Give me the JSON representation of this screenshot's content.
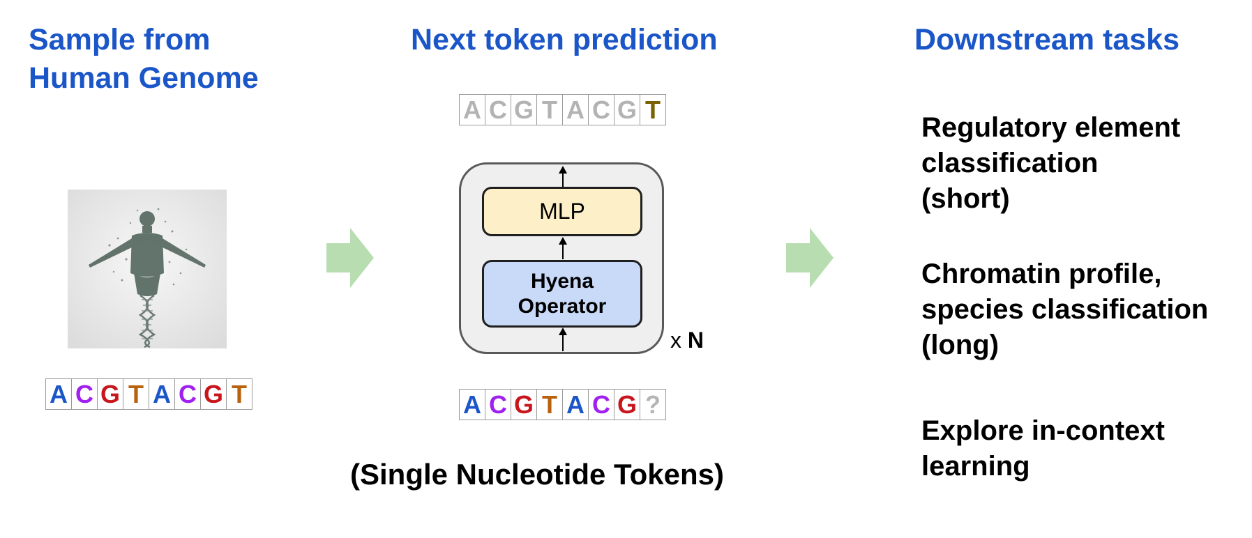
{
  "columns": {
    "left": {
      "title_line1": "Sample from",
      "title_line2": "Human Genome"
    },
    "middle": {
      "title": "Next token prediction"
    },
    "right": {
      "title": "Downstream tasks"
    }
  },
  "input_sequence": [
    "A",
    "C",
    "G",
    "T",
    "A",
    "C",
    "G",
    "T"
  ],
  "output_sequence": [
    "A",
    "C",
    "G",
    "T",
    "A",
    "C",
    "G",
    "T"
  ],
  "prompt_sequence": [
    "A",
    "C",
    "G",
    "T",
    "A",
    "C",
    "G",
    "?"
  ],
  "nucleotide_colors": {
    "A": "#1a56c8",
    "C": "#a020f0",
    "G": "#c8161d",
    "T": "#b8620d",
    "?": "#b5b5b5"
  },
  "output_colors": {
    "context": "#b3b3b3",
    "predicted": "#7a6000"
  },
  "model": {
    "mlp_label": "MLP",
    "hyena_line1": "Hyena",
    "hyena_line2": "Operator",
    "repeat_prefix": "x",
    "repeat_count": "N",
    "colors": {
      "mlp_fill": "#fdf0c9",
      "hyena_fill": "#c9daf8",
      "container_fill": "#efefef"
    }
  },
  "caption": "(Single Nucleotide Tokens)",
  "tasks": [
    {
      "lines": [
        "Regulatory element",
        "classification",
        "(short)"
      ]
    },
    {
      "lines": [
        "Chromatin profile,",
        "species classification",
        "(long)"
      ]
    },
    {
      "lines": [
        "Explore in-context",
        "learning"
      ]
    }
  ],
  "flow_arrow_color": "#b7ddb0",
  "image_icon": "human-genome-dna-figure"
}
